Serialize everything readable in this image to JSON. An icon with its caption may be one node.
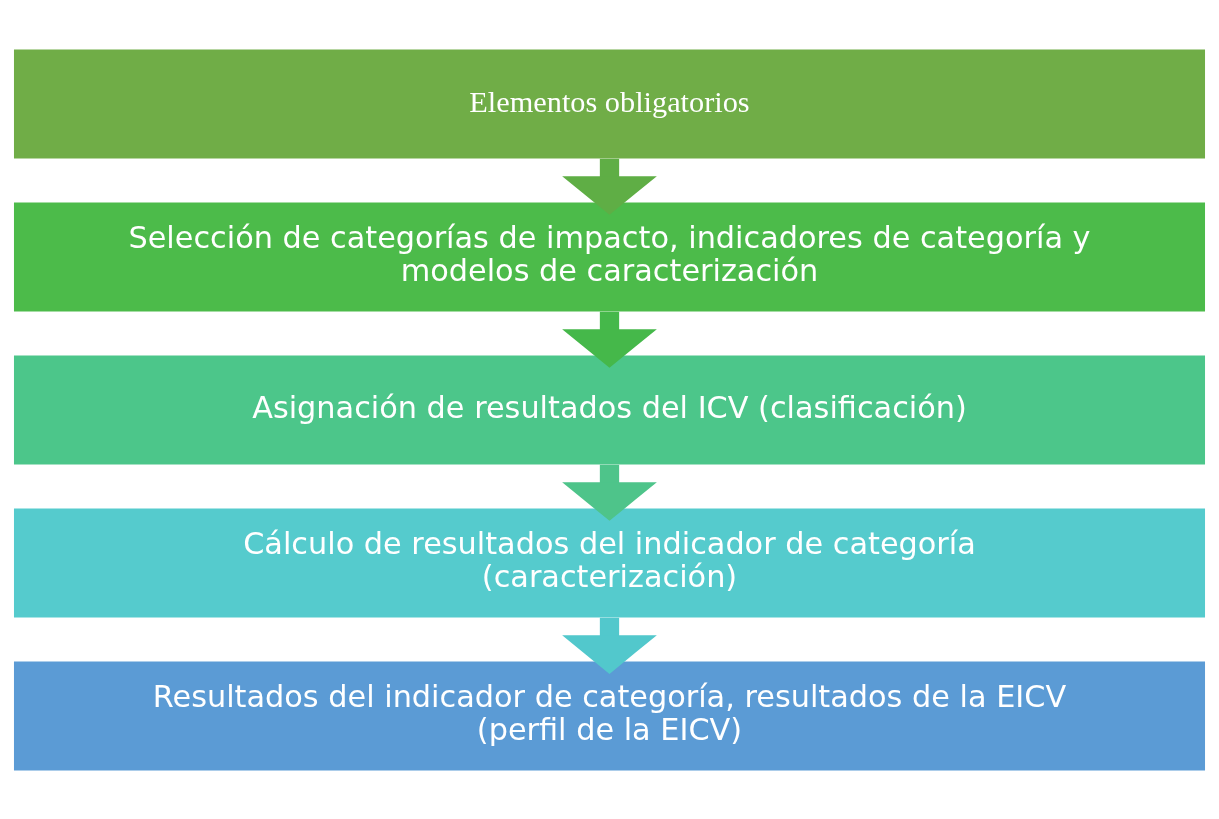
{
  "diagram": {
    "nodes": [
      {
        "text": [
          "Elementos obligatorios"
        ]
      },
      {
        "text": [
          "Selección de categorías de impacto, indicadores de categoría y modelos de caracterización"
        ]
      },
      {
        "text": [
          "Asignación de resultados del ICV (clasificación)"
        ]
      },
      {
        "text": [
          "Cálculo de resultados del indicador de categoría (caracterización)"
        ]
      },
      {
        "text": [
          "Resultados del indicador de categoría, resultados de la EICV (perfil de la EICV)"
        ]
      }
    ],
    "edges": [
      {
        "from": 0,
        "to": 1,
        "arrow": "to",
        "color": "#5fae45"
      },
      {
        "from": 1,
        "to": 2,
        "arrow": "to",
        "color": "#45b84a"
      },
      {
        "from": 2,
        "to": 3,
        "arrow": "to",
        "color": "#4ec48a"
      },
      {
        "from": 3,
        "to": 4,
        "arrow": "to",
        "color": "#52c8cc"
      }
    ]
  }
}
